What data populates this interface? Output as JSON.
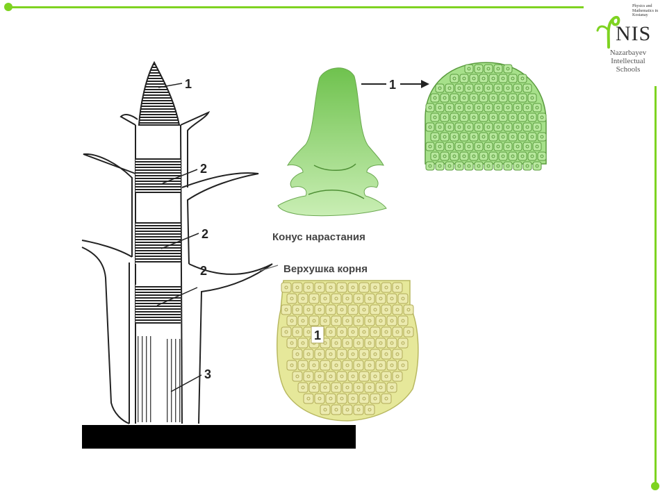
{
  "logo": {
    "top_text": "Physics and Mathematics in Kostanay",
    "brand": "NIS",
    "subtitle_line1": "Nazarbayev",
    "subtitle_line2": "Intellectual",
    "subtitle_line3": "Schools"
  },
  "figure": {
    "stem_labels": {
      "apex": "1",
      "node_a": "2",
      "node_b": "2",
      "node_c": "2",
      "vascular": "3"
    },
    "shoot_arrow_label": "1",
    "root_label": "1",
    "caption_shoot": "Конус нарастания",
    "caption_root": "Верхушка корня"
  },
  "colors": {
    "accent": "#7ed321",
    "shoot_green": "#8fd46e",
    "cell_green": "#a6e08a",
    "root_yellow": "#e6e89a"
  }
}
